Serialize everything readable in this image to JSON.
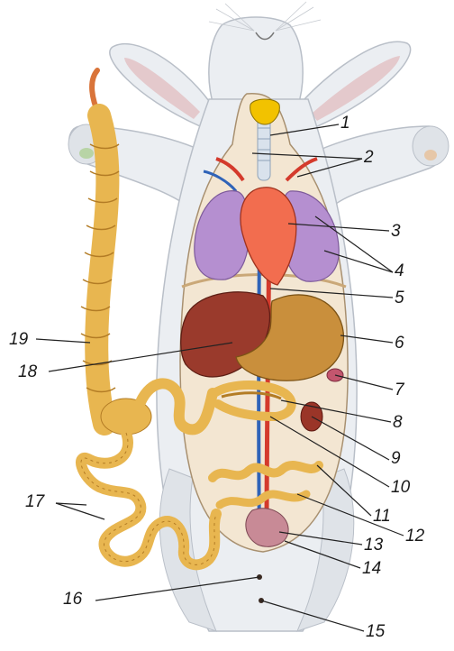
{
  "labels": {
    "l1": "1",
    "l2": "2",
    "l3": "3",
    "l4": "4",
    "l5": "5",
    "l6": "6",
    "l7": "7",
    "l8": "8",
    "l9": "9",
    "l10": "10",
    "l11": "11",
    "l12": "12",
    "l13": "13",
    "l14": "14",
    "l15": "15",
    "l16": "16",
    "l17": "17",
    "l18": "18",
    "l19": "19"
  },
  "colors": {
    "fur": "#ebeef2",
    "fur_shade": "#c9ced6",
    "ear_inner": "#e4c9cc",
    "cavity": "#f3e6d2",
    "lung": "#b58fd0",
    "heart": "#f26d4f",
    "liver": "#9a3a2c",
    "stomach": "#c98f3c",
    "intestine": "#e8b650",
    "intestine_dark": "#b37c25",
    "artery": "#d43a2c",
    "vein": "#2f63b8",
    "thyroid": "#f2c200",
    "kidney": "#9a3528",
    "bladder": "#c88a96",
    "leader": "#222222"
  }
}
